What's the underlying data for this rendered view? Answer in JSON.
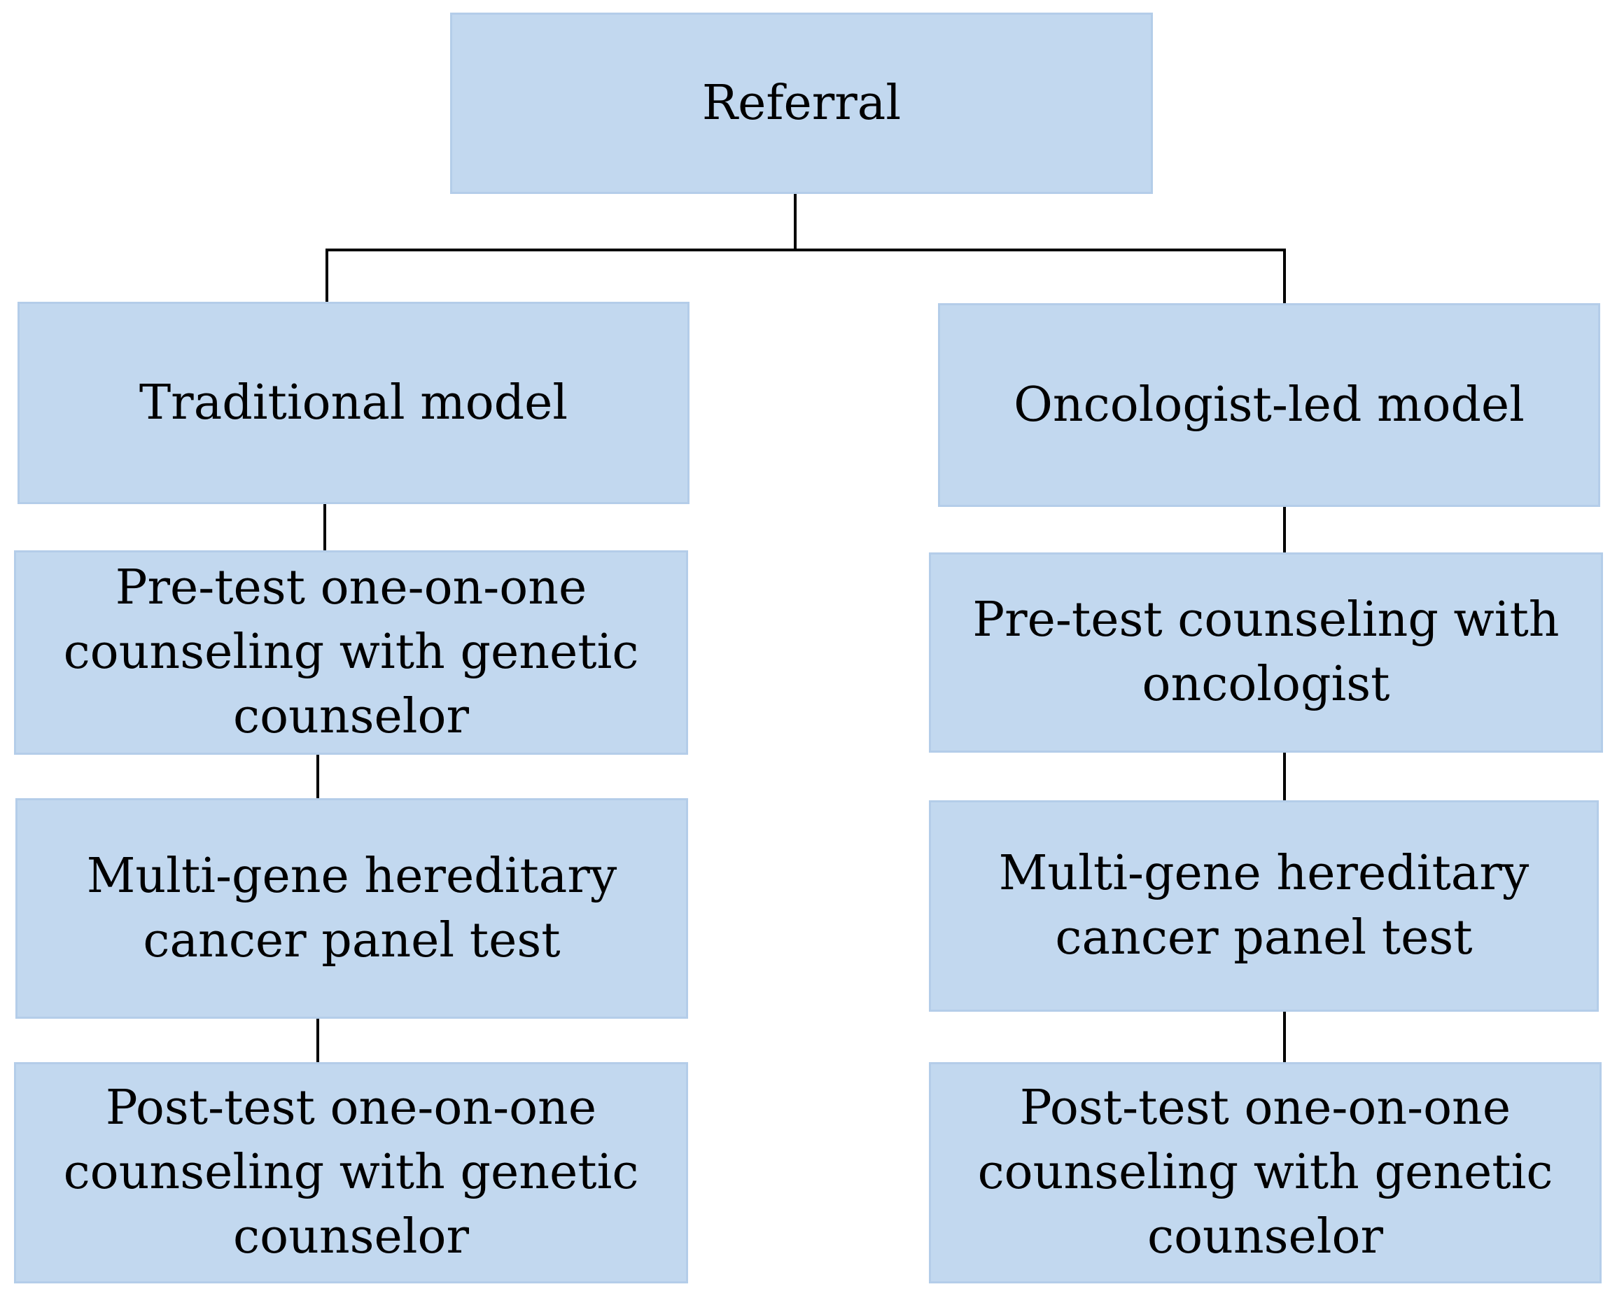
{
  "diagram": {
    "root": {
      "label": "Referral"
    },
    "branches": [
      {
        "model": "Traditional model",
        "steps": [
          "Pre-test one-on-one\ncounseling with genetic\ncounselor",
          "Multi-gene hereditary\ncancer panel test",
          "Post-test one-on-one\ncounseling with genetic\ncounselor"
        ]
      },
      {
        "model": "Oncologist-led model",
        "steps": [
          "Pre-test counseling with\noncologist",
          "Multi-gene hereditary\ncancer panel test",
          "Post-test one-on-one\ncounseling with genetic\ncounselor"
        ]
      }
    ]
  },
  "colors": {
    "box_fill": "#c2d8ef",
    "box_border": "#b4cde9",
    "connector": "#000000",
    "text": "#000000"
  }
}
